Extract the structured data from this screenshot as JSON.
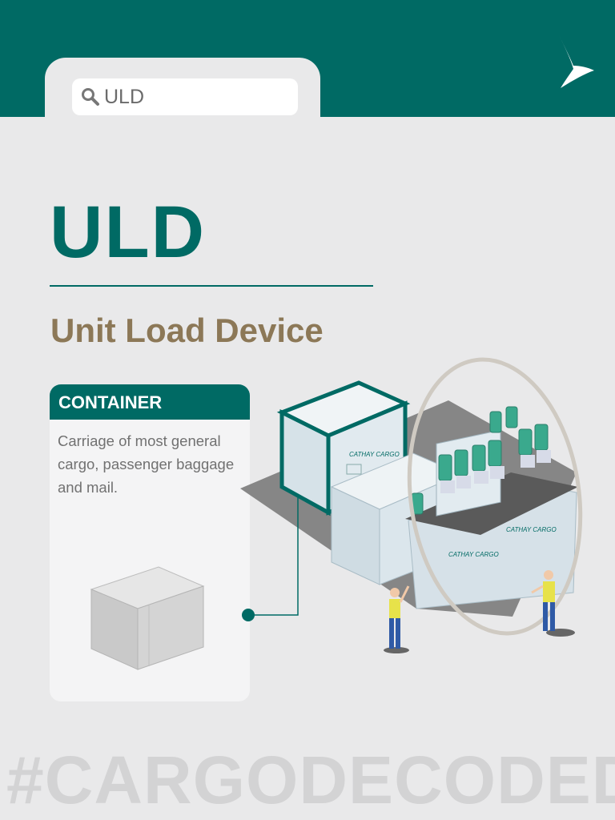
{
  "search": {
    "query": "ULD",
    "icon": "search-icon"
  },
  "brand": {
    "logo_icon": "brushwing-logo-icon"
  },
  "heading": {
    "title": "ULD",
    "subtitle": "Unit Load Device"
  },
  "card": {
    "title": "CONTAINER",
    "description": "Carriage of most general cargo, passenger baggage and mail."
  },
  "illustration": {
    "container_brand": "CATHAY CARGO"
  },
  "footer": {
    "hashtag": "#CARGODECODED"
  },
  "colors": {
    "primary_teal": "#006a64",
    "background": "#e9e9ea",
    "subtitle_brown": "#8c7857",
    "hashtag_grey": "#d3d3d4"
  }
}
